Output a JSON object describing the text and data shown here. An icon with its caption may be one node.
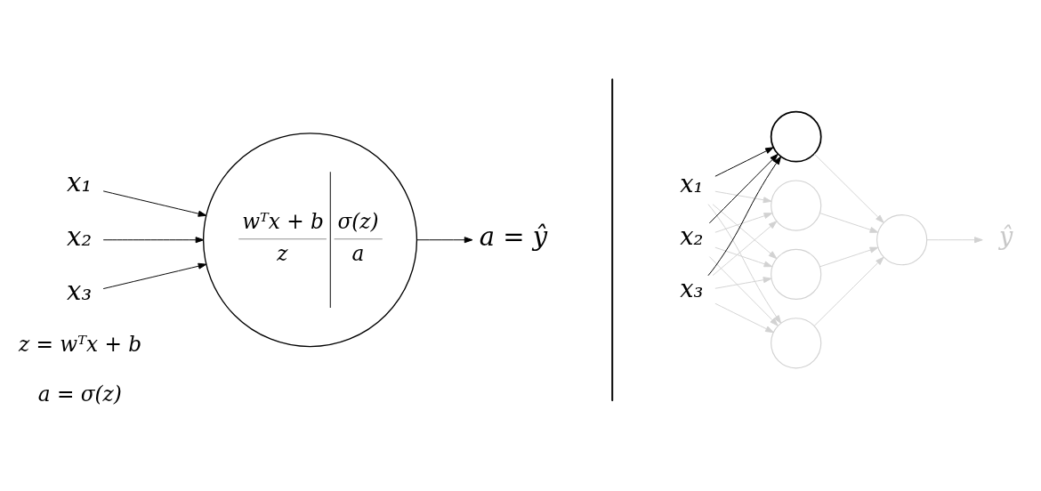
{
  "diagram": {
    "nodes": [
      {
        "text": [
          "x₁"
        ]
      },
      {
        "text": [
          "x₂"
        ]
      },
      {
        "text": [
          "x₃"
        ]
      },
      {
        "text": [
          "wᵀx + b",
          "z",
          "σ(z)",
          "a"
        ]
      },
      {
        "text": [
          "a = ŷ"
        ]
      },
      {
        "text": [
          "x₁"
        ]
      },
      {
        "text": [
          "x₂"
        ]
      },
      {
        "text": [
          "x₃"
        ]
      },
      {
        "text": [],
        "shape": "circle"
      },
      {
        "text": [],
        "shape": "circle"
      },
      {
        "text": [],
        "shape": "circle"
      },
      {
        "text": [],
        "shape": "circle"
      },
      {
        "text": [],
        "shape": "circle"
      },
      {
        "text": [
          "ŷ"
        ]
      }
    ],
    "edges": [
      {
        "from": 0,
        "to": 3,
        "arrow": "to",
        "color": "#000000"
      },
      {
        "from": 1,
        "to": 3,
        "arrow": "to",
        "color": "#000000"
      },
      {
        "from": 2,
        "to": 3,
        "arrow": "to",
        "color": "#000000"
      },
      {
        "from": 3,
        "to": 4,
        "arrow": "to",
        "color": "#000000"
      },
      {
        "from": 5,
        "to": 8,
        "arrow": "to",
        "color": "#000000"
      },
      {
        "from": 6,
        "to": 8,
        "arrow": "to",
        "color": "#000000"
      },
      {
        "from": 7,
        "to": 8,
        "arrow": "to",
        "color": "#000000"
      },
      {
        "from": 5,
        "to": 9,
        "arrow": "to"
      },
      {
        "from": 5,
        "to": 10,
        "arrow": "to"
      },
      {
        "from": 5,
        "to": 11,
        "arrow": "to"
      },
      {
        "from": 6,
        "to": 9,
        "arrow": "to"
      },
      {
        "from": 6,
        "to": 10,
        "arrow": "to"
      },
      {
        "from": 6,
        "to": 11,
        "arrow": "to"
      },
      {
        "from": 7,
        "to": 9,
        "arrow": "to"
      },
      {
        "from": 7,
        "to": 10,
        "arrow": "to"
      },
      {
        "from": 7,
        "to": 11,
        "arrow": "to"
      },
      {
        "from": 8,
        "to": 12,
        "arrow": "to"
      },
      {
        "from": 9,
        "to": 12,
        "arrow": "to"
      },
      {
        "from": 10,
        "to": 12,
        "arrow": "to"
      },
      {
        "from": 11,
        "to": 12,
        "arrow": "to"
      },
      {
        "from": 12,
        "to": 13,
        "arrow": "to"
      }
    ],
    "labels": [
      "z = wᵀx + b",
      "a = σ(z)"
    ]
  }
}
